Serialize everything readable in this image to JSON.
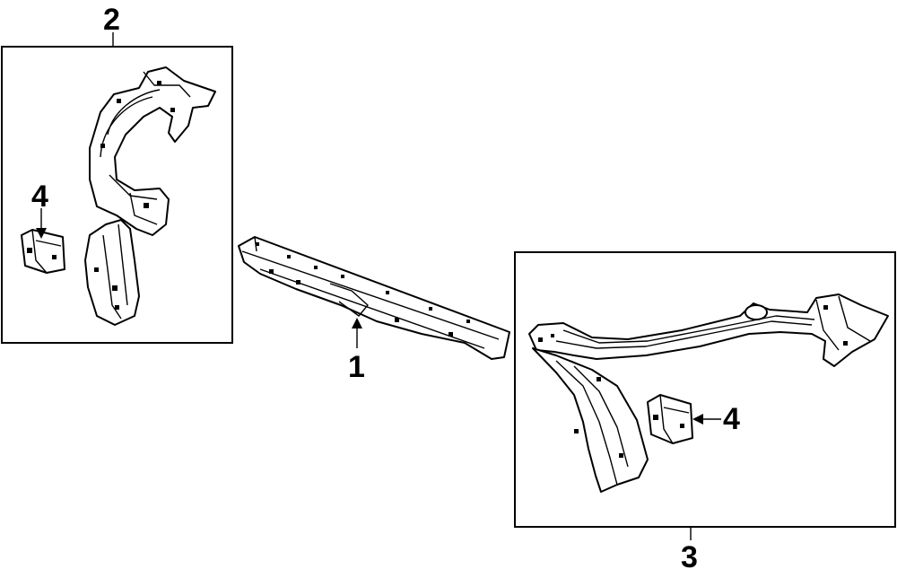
{
  "callouts": {
    "c1": "1",
    "c2": "2",
    "c3": "3",
    "c4a": "4",
    "c4b": "4"
  },
  "colors": {
    "line": "#000000",
    "background": "#ffffff"
  }
}
